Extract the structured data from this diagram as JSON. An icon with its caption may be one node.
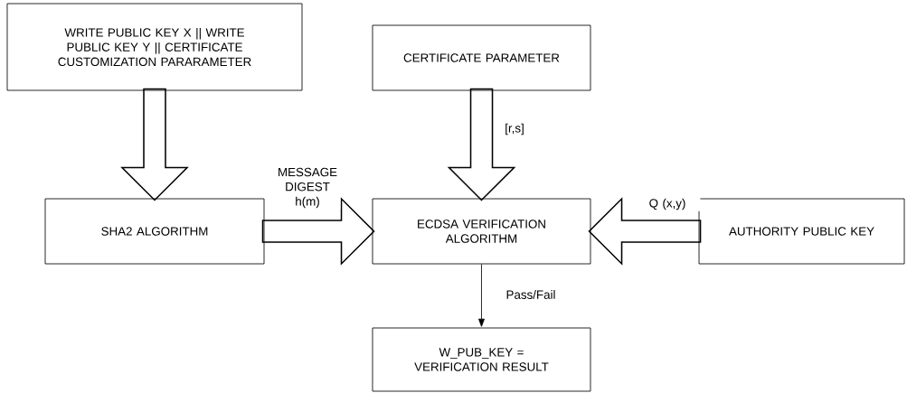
{
  "diagram": {
    "nodes": [
      {
        "text": [
          "WRITE PUBLIC KEY X || WRITE PUBLIC KEY Y || CERTIFICATE CUSTOMIZATION PARARAMETER"
        ]
      },
      {
        "text": [
          "CERTIFICATE PARAMETER"
        ]
      },
      {
        "text": [
          "SHA2 ALGORITHM"
        ]
      },
      {
        "text": [
          "ECDSA VERIFICATION ALGORITHM"
        ]
      },
      {
        "text": [
          "AUTHORITY PUBLIC KEY"
        ]
      },
      {
        "text": [
          "W_PUB_KEY = VERIFICATION RESULT"
        ]
      }
    ],
    "edges": [
      {
        "from": 0,
        "to": 2,
        "arrow": "to",
        "style": "thick"
      },
      {
        "from": 1,
        "to": 3,
        "arrow": "to",
        "style": "thick",
        "label": "[r,s]"
      },
      {
        "from": 2,
        "to": 3,
        "arrow": "to",
        "style": "thick",
        "label": "MESSAGE DIGEST h(m)"
      },
      {
        "from": 4,
        "to": 3,
        "arrow": "to",
        "style": "thick",
        "label": "Q (x,y)"
      },
      {
        "from": 3,
        "to": 5,
        "arrow": "to",
        "label": "Pass/Fail"
      }
    ]
  }
}
